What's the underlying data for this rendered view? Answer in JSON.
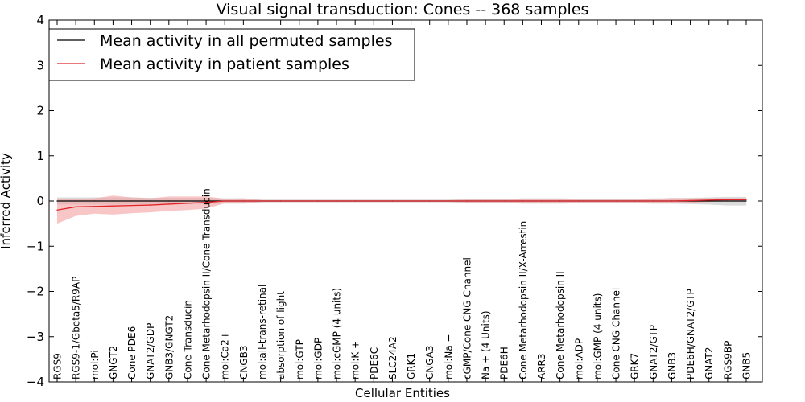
{
  "chart_data": {
    "type": "line",
    "title": "Visual signal transduction: Cones -- 368 samples",
    "xlabel": "Cellular Entities",
    "ylabel": "Inferred Activity",
    "ylim": [
      -4,
      4
    ],
    "yticks": [
      "4",
      "3",
      "2",
      "1",
      "0",
      "−1",
      "−2",
      "−3",
      "−4"
    ],
    "legend_position": "top-left",
    "grid": false,
    "categories": [
      "RGS9",
      "RGS9-1/Gbeta5/R9AP",
      "mol:Pi",
      "GNGT2",
      "Cone PDE6",
      "GNAT2/GDP",
      "GNB3/GNGT2",
      "Cone Transducin",
      "Cone Metarhodopsin II/Cone Transducin",
      "mol:Ca2+",
      "CNGB3",
      "mol:all-trans-retinal",
      "absorption of light",
      "mol:GTP",
      "mol:GDP",
      "mol:cGMP (4 units)",
      "mol:K +",
      "PDE6C",
      "SLC24A2",
      "GRK1",
      "CNGA3",
      "mol:Na +",
      "cGMP/Cone CNG Channel",
      "Na + (4 Units)",
      "PDE6H",
      "Cone Metarhodopsin II/X-Arrestin",
      "ARR3",
      "Cone Metarhodopsin II",
      "mol:ADP",
      "mol:GMP (4 units)",
      "Cone CNG Channel",
      "GRK7",
      "GNAT2/GTP",
      "GNB3",
      "PDE6H/GNAT2/GTP",
      "GNAT2",
      "RGS9BP",
      "GNB5"
    ],
    "series": [
      {
        "name": "Mean activity in all permuted samples",
        "color": "#000000",
        "band_color": "#b0b0b0",
        "values": [
          0.0,
          0.0,
          0.0,
          0.0,
          0.0,
          0.0,
          0.0,
          0.0,
          0.0,
          0.0,
          0.0,
          0.0,
          0.0,
          0.0,
          0.0,
          0.0,
          0.0,
          0.0,
          0.0,
          0.0,
          0.0,
          0.0,
          0.0,
          0.0,
          0.0,
          0.0,
          0.0,
          0.0,
          0.0,
          0.0,
          0.0,
          0.0,
          0.0,
          0.0,
          0.0,
          0.0,
          0.0,
          0.0
        ],
        "lower": [
          -0.08,
          -0.08,
          -0.08,
          -0.08,
          -0.08,
          -0.07,
          -0.07,
          -0.07,
          -0.07,
          -0.06,
          -0.06,
          -0.03,
          -0.03,
          -0.03,
          -0.03,
          -0.03,
          -0.03,
          -0.03,
          -0.03,
          -0.03,
          -0.03,
          -0.03,
          -0.04,
          -0.04,
          -0.04,
          -0.06,
          -0.06,
          -0.06,
          -0.05,
          -0.05,
          -0.05,
          -0.05,
          -0.06,
          -0.06,
          -0.07,
          -0.08,
          -0.1,
          -0.1
        ],
        "upper": [
          0.08,
          0.08,
          0.08,
          0.08,
          0.08,
          0.07,
          0.07,
          0.07,
          0.07,
          0.06,
          0.06,
          0.03,
          0.03,
          0.03,
          0.03,
          0.03,
          0.03,
          0.03,
          0.03,
          0.03,
          0.03,
          0.03,
          0.04,
          0.04,
          0.04,
          0.06,
          0.06,
          0.06,
          0.05,
          0.05,
          0.05,
          0.05,
          0.06,
          0.06,
          0.07,
          0.08,
          0.09,
          0.09
        ]
      },
      {
        "name": "Mean activity in patient samples",
        "color": "#e0262b",
        "band_color": "#f4a0a0",
        "values": [
          -0.2,
          -0.13,
          -0.12,
          -0.11,
          -0.1,
          -0.09,
          -0.07,
          -0.05,
          -0.03,
          0.0,
          0.0,
          0.0,
          0.0,
          0.0,
          0.0,
          0.0,
          0.0,
          0.0,
          0.0,
          0.0,
          0.0,
          0.0,
          0.0,
          0.0,
          0.0,
          0.0,
          0.0,
          0.0,
          0.0,
          0.0,
          0.0,
          0.0,
          0.0,
          0.0,
          0.01,
          0.02,
          0.03,
          0.03
        ],
        "lower": [
          -0.5,
          -0.33,
          -0.28,
          -0.3,
          -0.27,
          -0.25,
          -0.22,
          -0.2,
          -0.17,
          -0.05,
          -0.05,
          -0.02,
          -0.02,
          -0.02,
          -0.02,
          -0.02,
          -0.02,
          -0.02,
          -0.02,
          -0.02,
          -0.02,
          -0.02,
          -0.03,
          -0.03,
          -0.03,
          -0.04,
          -0.04,
          -0.04,
          -0.03,
          -0.03,
          -0.03,
          -0.03,
          -0.04,
          -0.05,
          -0.04,
          -0.02,
          0.0,
          0.0
        ],
        "upper": [
          0.05,
          0.05,
          0.06,
          0.12,
          0.08,
          0.06,
          0.1,
          0.1,
          0.1,
          0.05,
          0.06,
          0.02,
          0.02,
          0.02,
          0.02,
          0.02,
          0.02,
          0.02,
          0.02,
          0.02,
          0.02,
          0.02,
          0.03,
          0.03,
          0.03,
          0.04,
          0.04,
          0.04,
          0.03,
          0.03,
          0.03,
          0.03,
          0.04,
          0.07,
          0.06,
          0.06,
          0.06,
          0.06
        ]
      }
    ]
  }
}
